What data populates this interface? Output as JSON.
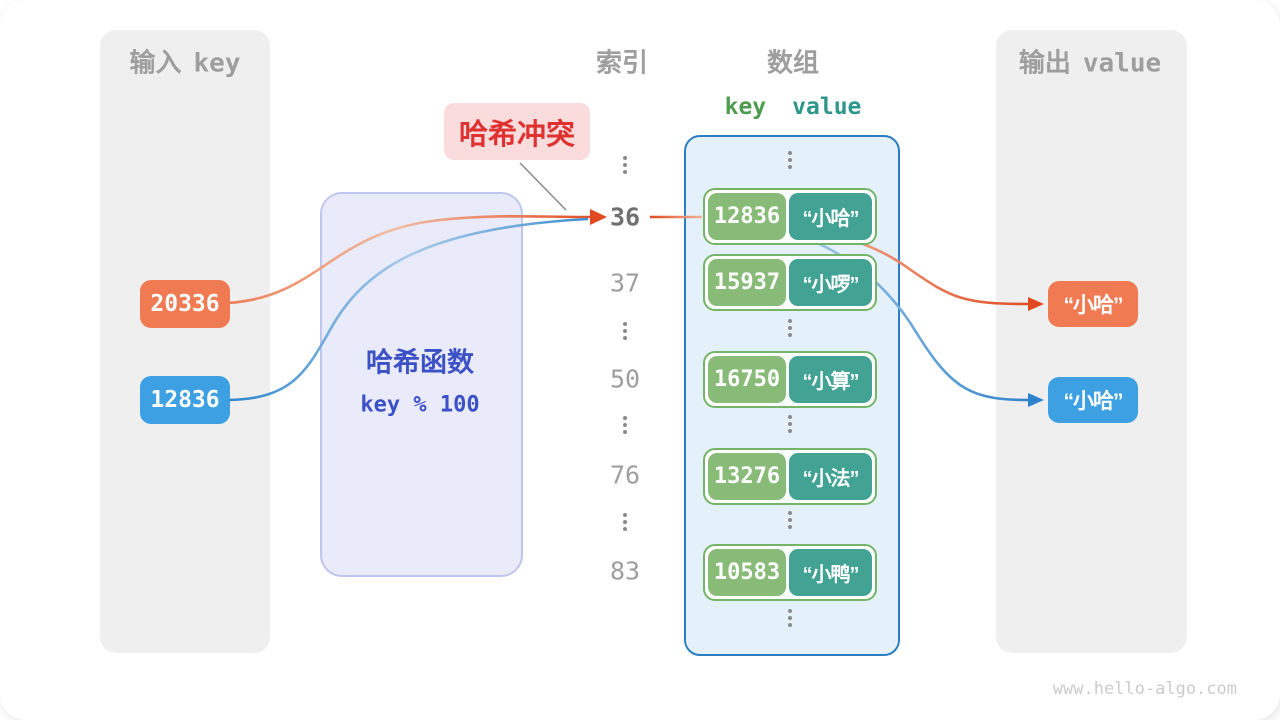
{
  "panels": {
    "input": {
      "title_cn": "输入",
      "title_en": "key"
    },
    "output": {
      "title_cn": "输出",
      "title_en": "value"
    }
  },
  "columns": {
    "index_title": "索引",
    "array_title": "数组",
    "key_label": "key",
    "value_label": "value"
  },
  "badge": {
    "label": "哈希冲突"
  },
  "hash_function": {
    "name": "哈希函数",
    "formula": "key % 100"
  },
  "inputs": [
    {
      "key": "20336"
    },
    {
      "key": "12836"
    }
  ],
  "indices": [
    {
      "label": "36",
      "highlight": true
    },
    {
      "label": "37"
    },
    {
      "label": "50"
    },
    {
      "label": "76"
    },
    {
      "label": "83"
    }
  ],
  "array": {
    "rows": [
      {
        "key": "12836",
        "value": "“小哈”"
      },
      {
        "key": "15937",
        "value": "“小啰”"
      },
      {
        "key": "16750",
        "value": "“小算”"
      },
      {
        "key": "13276",
        "value": "“小法”"
      },
      {
        "key": "10583",
        "value": "“小鸭”"
      }
    ]
  },
  "outputs": [
    {
      "value": "“小哈”"
    },
    {
      "value": "“小哈”"
    }
  ],
  "footer": {
    "url": "www.hello-algo.com"
  },
  "colors": {
    "input_key_orange": "#F07B52",
    "input_key_blue": "#3DA0E2",
    "array_key_green": "#88BB77",
    "array_value_teal": "#42A294",
    "array_border_blue": "#2B7EC1",
    "hash_box_fill": "#E9EBFA",
    "hash_text_blue": "#3D51C6",
    "collision_red": "#E03131",
    "panel_gray": "#EFEFEF"
  }
}
